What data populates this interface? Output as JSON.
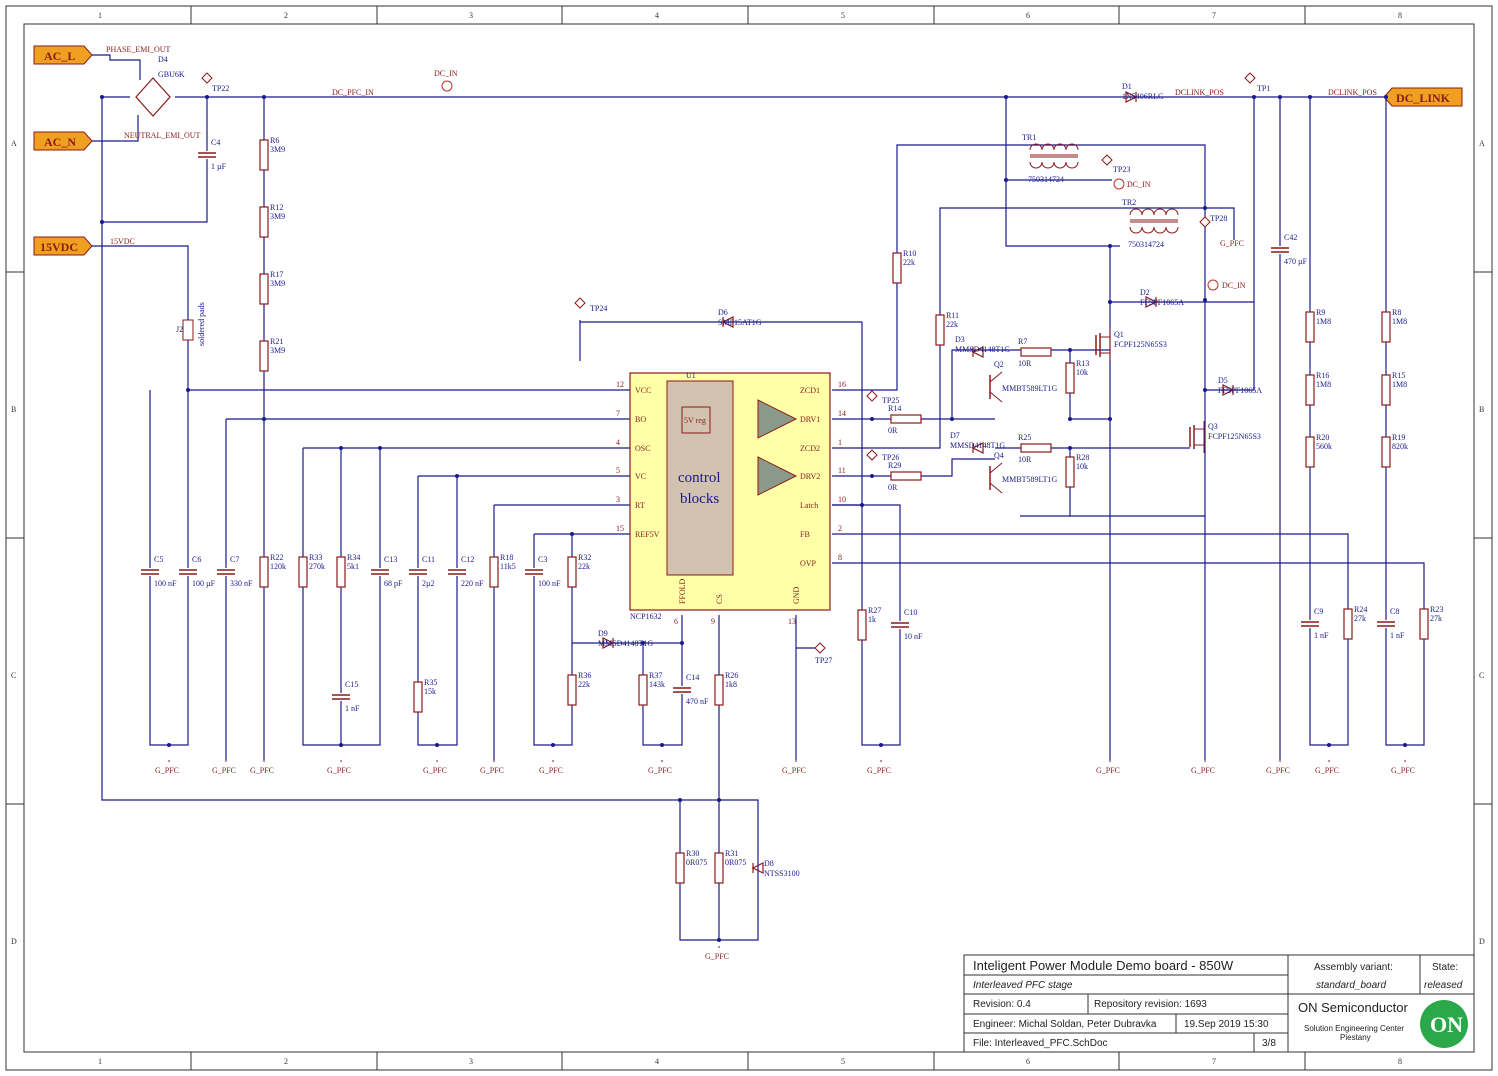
{
  "grid": {
    "columns": [
      "1",
      "2",
      "3",
      "4",
      "5",
      "6",
      "7",
      "8"
    ],
    "rows": [
      "A",
      "B",
      "C",
      "D"
    ]
  },
  "ports": {
    "ac_l": "AC_L",
    "ac_n": "AC_N",
    "vdc15": "15VDC",
    "dc_link": "DC_LINK"
  },
  "nets": {
    "phase_emi_out": "PHASE_EMI_OUT",
    "neutral_emi_out": "NEUTRAL_EMI_OUT",
    "v15vdc": "15VDC",
    "dc_pfc_in": "DC_PFC_IN",
    "dclink_pos": "DCLINK_POS",
    "dc_in": "DC_IN",
    "g_pfc": "G_PFC"
  },
  "testpoints": [
    "TP22",
    "TP1",
    "TP23",
    "TP28",
    "TP24",
    "TP25",
    "TP26",
    "TP27"
  ],
  "ic": {
    "ref": "U1",
    "part": "NCP1632",
    "inner_block": "control blocks",
    "reg": "5V reg",
    "left_pins": [
      {
        "num": "12",
        "name": "VCC"
      },
      {
        "num": "7",
        "name": "BO"
      },
      {
        "num": "4",
        "name": "OSC"
      },
      {
        "num": "5",
        "name": "VC"
      },
      {
        "num": "3",
        "name": "RT"
      },
      {
        "num": "15",
        "name": "REF5V"
      }
    ],
    "right_pins": [
      {
        "num": "16",
        "name": "ZCD1"
      },
      {
        "num": "14",
        "name": "DRV1"
      },
      {
        "num": "1",
        "name": "ZCD2"
      },
      {
        "num": "11",
        "name": "DRV2"
      },
      {
        "num": "10",
        "name": "Latch"
      },
      {
        "num": "2",
        "name": "FB"
      },
      {
        "num": "8",
        "name": "OVP"
      }
    ],
    "bottom_pins": [
      {
        "num": "6",
        "name": "FFOLD"
      },
      {
        "num": "9",
        "name": "CS"
      },
      {
        "num": "13",
        "name": "GND"
      }
    ]
  },
  "components": {
    "d4": {
      "ref": "D4",
      "value": "GBU6K"
    },
    "c4": {
      "ref": "C4",
      "value": "1 µF"
    },
    "r6": {
      "ref": "R6",
      "value": "3M9"
    },
    "r12": {
      "ref": "R12",
      "value": "3M9"
    },
    "r17": {
      "ref": "R17",
      "value": "3M9"
    },
    "r21": {
      "ref": "R21",
      "value": "3M9"
    },
    "r22": {
      "ref": "R22",
      "value": "120k"
    },
    "j2": {
      "ref": "J2",
      "value": "soldered pads"
    },
    "d6": {
      "ref": "D6",
      "value": "SMF15AT1G"
    },
    "d1": {
      "ref": "D1",
      "value": "1N5406RLG"
    },
    "tr1": {
      "ref": "TR1",
      "value": "750314724"
    },
    "tr2": {
      "ref": "TR2",
      "value": "750314724"
    },
    "c42": {
      "ref": "C42",
      "value": "470 µF"
    },
    "r10": {
      "ref": "R10",
      "value": "22k"
    },
    "r11": {
      "ref": "R11",
      "value": "22k"
    },
    "d2": {
      "ref": "D2",
      "value": "FFSPF1065A"
    },
    "d5": {
      "ref": "D5",
      "value": "FFSPF1065A"
    },
    "q1": {
      "ref": "Q1",
      "value": "FCPF125N65S3"
    },
    "q3": {
      "ref": "Q3",
      "value": "FCPF125N65S3"
    },
    "d3": {
      "ref": "D3",
      "value": "MMSD4148T1G"
    },
    "d7": {
      "ref": "D7",
      "value": "MMSD4148T1G"
    },
    "r7": {
      "ref": "R7",
      "value": "10R"
    },
    "r25": {
      "ref": "R25",
      "value": "10R"
    },
    "q2": {
      "ref": "Q2",
      "value": "MMBT589LT1G"
    },
    "q4": {
      "ref": "Q4",
      "value": "MMBT589LT1G"
    },
    "r13": {
      "ref": "R13",
      "value": "10k"
    },
    "r28": {
      "ref": "R28",
      "value": "10k"
    },
    "r14": {
      "ref": "R14",
      "value": "0R"
    },
    "r29": {
      "ref": "R29",
      "value": "0R"
    },
    "r9": {
      "ref": "R9",
      "value": "1M8"
    },
    "r16": {
      "ref": "R16",
      "value": "1M8"
    },
    "r20": {
      "ref": "R20",
      "value": "560k"
    },
    "r8": {
      "ref": "R8",
      "value": "1M8"
    },
    "r15": {
      "ref": "R15",
      "value": "1M8"
    },
    "r19": {
      "ref": "R19",
      "value": "820k"
    },
    "c9": {
      "ref": "C9",
      "value": "1 nF"
    },
    "r24": {
      "ref": "R24",
      "value": "27k"
    },
    "c8": {
      "ref": "C8",
      "value": "1 nF"
    },
    "r23": {
      "ref": "R23",
      "value": "27k"
    },
    "c5": {
      "ref": "C5",
      "value": "100 nF"
    },
    "c6": {
      "ref": "C6",
      "value": "100 µF"
    },
    "c7": {
      "ref": "C7",
      "value": "330 nF"
    },
    "r33": {
      "ref": "R33",
      "value": "270k"
    },
    "r34": {
      "ref": "R34",
      "value": "5k1"
    },
    "c13": {
      "ref": "C13",
      "value": "68 pF"
    },
    "c15": {
      "ref": "C15",
      "value": "1 nF"
    },
    "c11": {
      "ref": "C11",
      "value": "2µ2"
    },
    "c12": {
      "ref": "C12",
      "value": "220 nF"
    },
    "r35": {
      "ref": "R35",
      "value": "15k"
    },
    "r18": {
      "ref": "R18",
      "value": "11k5"
    },
    "c3": {
      "ref": "C3",
      "value": "100 nF"
    },
    "r32": {
      "ref": "R32",
      "value": "22k"
    },
    "r36": {
      "ref": "R36",
      "value": "22k"
    },
    "d9": {
      "ref": "D9",
      "value": "MMSD4148T1G"
    },
    "r37": {
      "ref": "R37",
      "value": "143k"
    },
    "c14": {
      "ref": "C14",
      "value": "470 nF"
    },
    "r26": {
      "ref": "R26",
      "value": "1k8"
    },
    "r27": {
      "ref": "R27",
      "value": "1k"
    },
    "c10": {
      "ref": "C10",
      "value": "10 nF"
    },
    "r30": {
      "ref": "R30",
      "value": "0R075"
    },
    "r31": {
      "ref": "R31",
      "value": "0R075"
    },
    "d8": {
      "ref": "D8",
      "value": "NTSS3100"
    }
  },
  "title_block": {
    "title": "Inteligent Power Module Demo board - 850W",
    "subtitle": "Interleaved PFC stage",
    "revision": "Revision:  0.4",
    "repo": "Repository revision:  1693",
    "engineer": "Engineer:  Michal Soldan, Peter Dubravka",
    "date": "19.Sep 2019 15:30",
    "file": "File:  Interleaved_PFC.SchDoc",
    "sheet": "3/8",
    "assembly_label": "Assembly variant:",
    "assembly_value": "standard_board",
    "state_label": "State:",
    "state_value": "released",
    "company": "ON Semiconductor",
    "center1": "Solution Engineering Center",
    "center2": "Piestany",
    "logo": "ON"
  }
}
